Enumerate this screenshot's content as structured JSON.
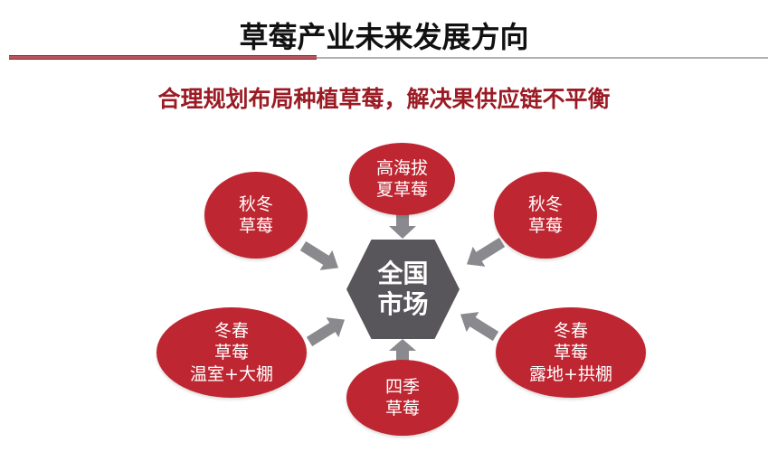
{
  "title": "草莓产业未来发展方向",
  "subtitle": "合理规划布局种植草莓，解决果供应链不平衡",
  "colors": {
    "node_fill": "#be2631",
    "center_fill": "#58565a",
    "arrow_fill": "#8a8a8e",
    "subtitle_color": "#9b1b24",
    "rule_accent": "#b5555e"
  },
  "center": {
    "line1": "全国",
    "line2": "市场"
  },
  "nodes": [
    {
      "id": "top",
      "line1": "高海拔",
      "line2": "夏草莓"
    },
    {
      "id": "upper-left",
      "line1": "秋冬",
      "line2": "草莓"
    },
    {
      "id": "upper-right",
      "line1": "秋冬",
      "line2": "草莓"
    },
    {
      "id": "lower-left",
      "line1": "冬春",
      "line2": "草莓",
      "line3": "温室+大棚"
    },
    {
      "id": "bottom",
      "line1": "四季",
      "line2": "草莓"
    },
    {
      "id": "lower-right",
      "line1": "冬春",
      "line2": "草莓",
      "line3": "露地+拱棚"
    }
  ]
}
